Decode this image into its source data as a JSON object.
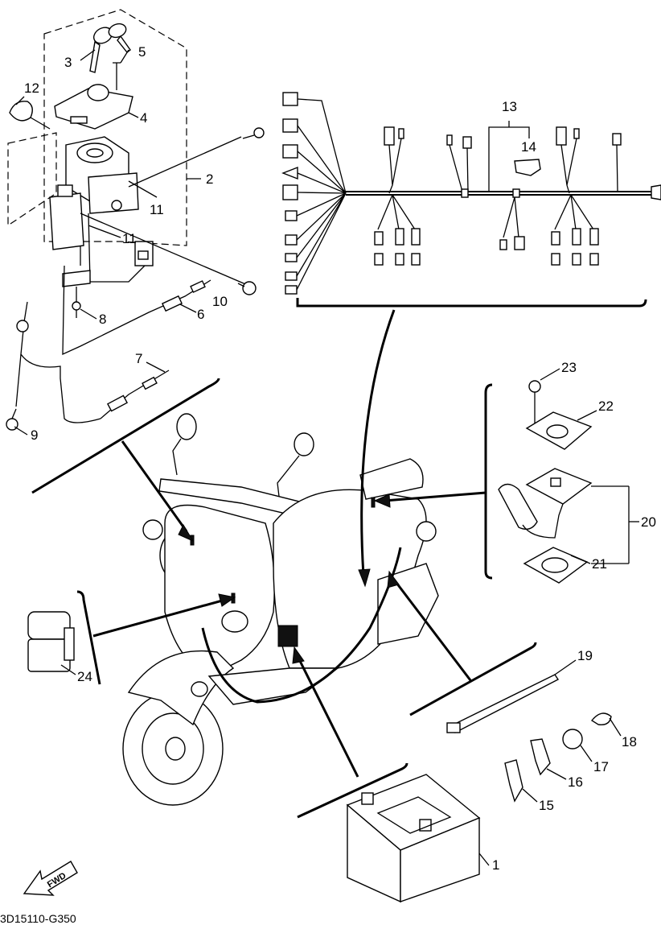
{
  "diagram": {
    "drawing_code": "3D15110-G350",
    "fwd_label": "FWD",
    "callouts": [
      {
        "id": "c1",
        "label": "1"
      },
      {
        "id": "c2",
        "label": "2"
      },
      {
        "id": "c3",
        "label": "3"
      },
      {
        "id": "c4",
        "label": "4"
      },
      {
        "id": "c5",
        "label": "5"
      },
      {
        "id": "c6",
        "label": "6"
      },
      {
        "id": "c7",
        "label": "7"
      },
      {
        "id": "c8",
        "label": "8"
      },
      {
        "id": "c9",
        "label": "9"
      },
      {
        "id": "c10",
        "label": "10"
      },
      {
        "id": "c11a",
        "label": "11"
      },
      {
        "id": "c11b",
        "label": "11"
      },
      {
        "id": "c12",
        "label": "12"
      },
      {
        "id": "c13",
        "label": "13"
      },
      {
        "id": "c14",
        "label": "14"
      },
      {
        "id": "c15",
        "label": "15"
      },
      {
        "id": "c16",
        "label": "16"
      },
      {
        "id": "c17",
        "label": "17"
      },
      {
        "id": "c18",
        "label": "18"
      },
      {
        "id": "c19",
        "label": "19"
      },
      {
        "id": "c20",
        "label": "20"
      },
      {
        "id": "c21",
        "label": "21"
      },
      {
        "id": "c22",
        "label": "22"
      },
      {
        "id": "c23",
        "label": "23"
      },
      {
        "id": "c24",
        "label": "24"
      }
    ]
  }
}
